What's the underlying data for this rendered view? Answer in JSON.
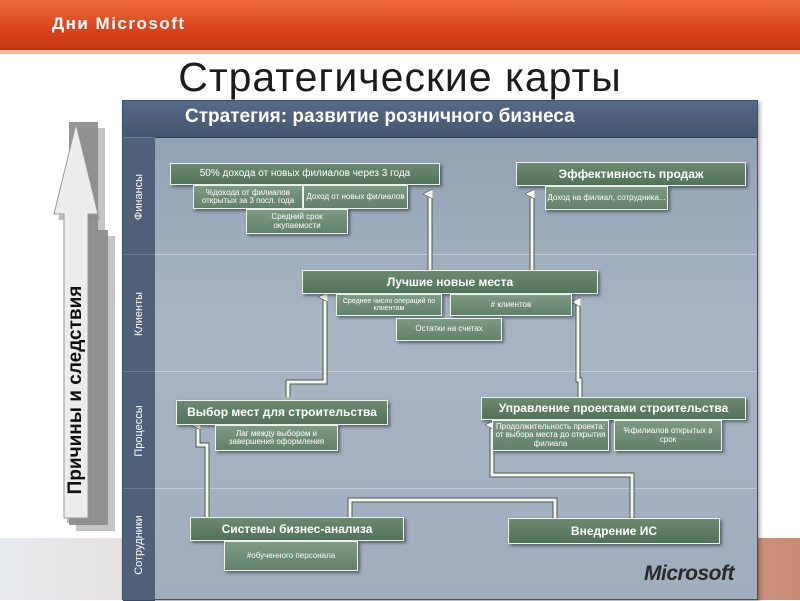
{
  "header": {
    "brand": "Дни Microsoft"
  },
  "slide": {
    "title": "Стратегические карты"
  },
  "panel": {
    "title": "Стратегия:  развитие розничного бизнеса"
  },
  "side_arrow": {
    "label": "Причины и следствия"
  },
  "bands": [
    {
      "label": "Финансы"
    },
    {
      "label": "Клиенты"
    },
    {
      "label": "Процессы"
    },
    {
      "label": "Сотрудники"
    }
  ],
  "diagram": {
    "finance_main_1": "50% дохода от новых филиалов через 3 года",
    "finance_sub_1": "%дохода от филиалов открытых за 3 посл. года",
    "finance_sub_2": "Доход от новых филиалов",
    "finance_sub_3": "Средний срок окупаемости",
    "finance_main_2": "Эффективность продаж",
    "finance_sub_4": "Доход на филиал, сотрудника...",
    "clients_main": "Лучшие новые места",
    "clients_sub_1": "Среднее число операций по клиентам",
    "clients_sub_2": "# клиентов",
    "clients_sub_3": "Остатки на счетах",
    "process_main_1": "Выбор мест для строительства",
    "process_sub_1": "Лаг между выбором и завершения оформления",
    "process_main_2": "Управление проектами строительства",
    "process_sub_2": "Продолжительность проекта: от выбора места до открытия филиала",
    "process_sub_3": "%филиалов открытых в срок",
    "staff_main_1": "Системы бизнес-анализа",
    "staff_sub_1": "#обученного персонала",
    "staff_main_2": "Внедрение ИС"
  },
  "footer": {
    "logo": "Microsoft"
  }
}
